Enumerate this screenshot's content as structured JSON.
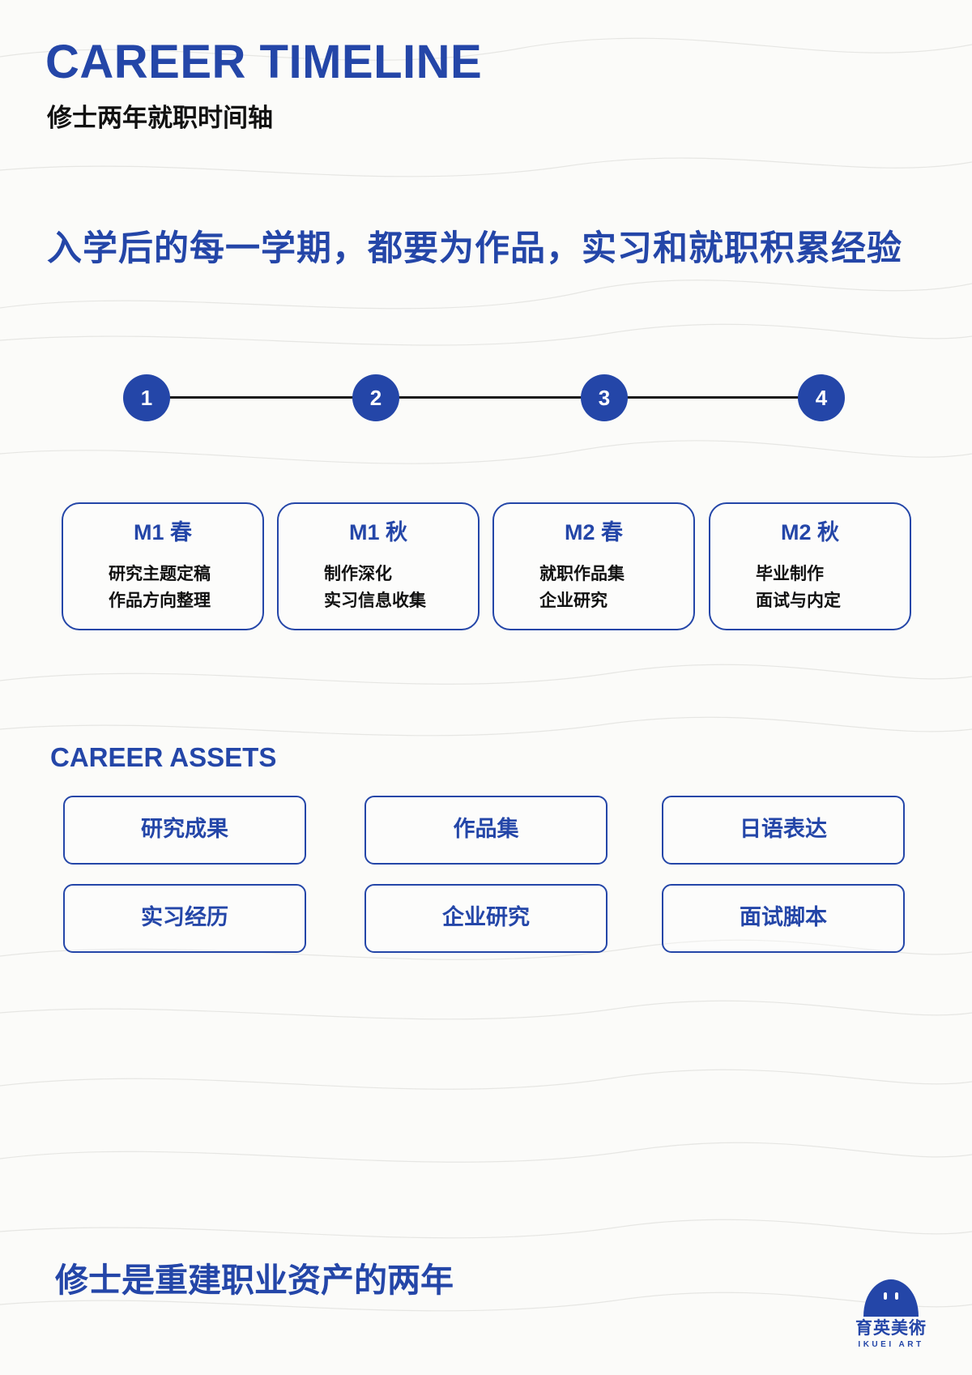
{
  "header": {
    "title_en": "CAREER TIMELINE",
    "title_cn": "修士两年就职时间轴"
  },
  "headline": "入学后的每一学期，都要为作品，实习和就职积累经验",
  "timeline": {
    "steps": [
      "1",
      "2",
      "3",
      "4"
    ],
    "phases": [
      {
        "title": "M1 春",
        "lines": [
          "研究主题定稿",
          "作品方向整理"
        ]
      },
      {
        "title": "M1 秋",
        "lines": [
          "制作深化",
          "实习信息收集"
        ]
      },
      {
        "title": "M2 春",
        "lines": [
          "就职作品集",
          "企业研究"
        ]
      },
      {
        "title": "M2 秋",
        "lines": [
          "毕业制作",
          "面试与内定"
        ]
      }
    ]
  },
  "assets": {
    "heading": "CAREER ASSETS",
    "items": [
      "研究成果",
      "作品集",
      "日语表达",
      "实习经历",
      "企业研究",
      "面试脚本"
    ]
  },
  "footer": {
    "text": "修士是重建职业资产的两年",
    "logo_cn": "育英美術",
    "logo_en": "IKUEI ART"
  },
  "colors": {
    "accent": "#2446a8",
    "background": "#fbfbf9",
    "text": "#111111"
  }
}
